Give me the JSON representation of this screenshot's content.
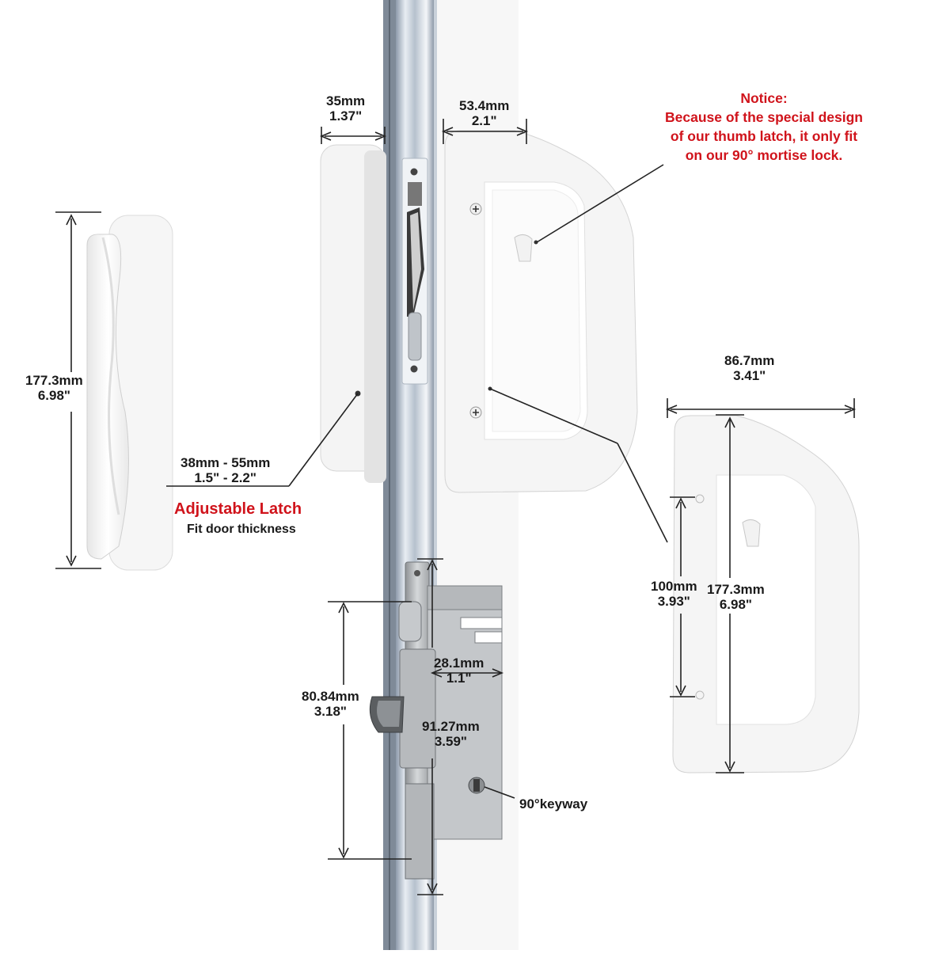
{
  "notice": {
    "title": "Notice:",
    "line1": "Because of the special design",
    "line2": "of our thumb latch, it only fit",
    "line3": "on our 90° mortise lock."
  },
  "dimensions": {
    "inside_pull_height": {
      "mm": "177.3mm",
      "inch": "6.98\""
    },
    "latch_depth": {
      "mm": "35mm",
      "inch": "1.37\""
    },
    "handle_depth": {
      "mm": "53.4mm",
      "inch": "2.1\""
    },
    "door_thickness": {
      "mm": "38mm - 55mm",
      "inch": "1.5\" - 2.2\""
    },
    "handle_width": {
      "mm": "86.7mm",
      "inch": "3.41\""
    },
    "hole_spacing": {
      "mm": "100mm",
      "inch": "3.93\""
    },
    "handle_height": {
      "mm": "177.3mm",
      "inch": "6.98\""
    },
    "lock_hook_height": {
      "mm": "80.84mm",
      "inch": "3.18\""
    },
    "lock_backset": {
      "mm": "28.1mm",
      "inch": "1.1\""
    },
    "lock_body_height": {
      "mm": "91.27mm",
      "inch": "3.59\""
    }
  },
  "adjustable_latch": {
    "title": "Adjustable Latch",
    "subtitle": "Fit door thickness"
  },
  "keyway_label": "90°keyway",
  "colors": {
    "accent_red": "#d0131b",
    "hardware_white": "#f7f7f7",
    "frame_silver": "#9aa7b6",
    "steel": "#b9bcbf"
  }
}
